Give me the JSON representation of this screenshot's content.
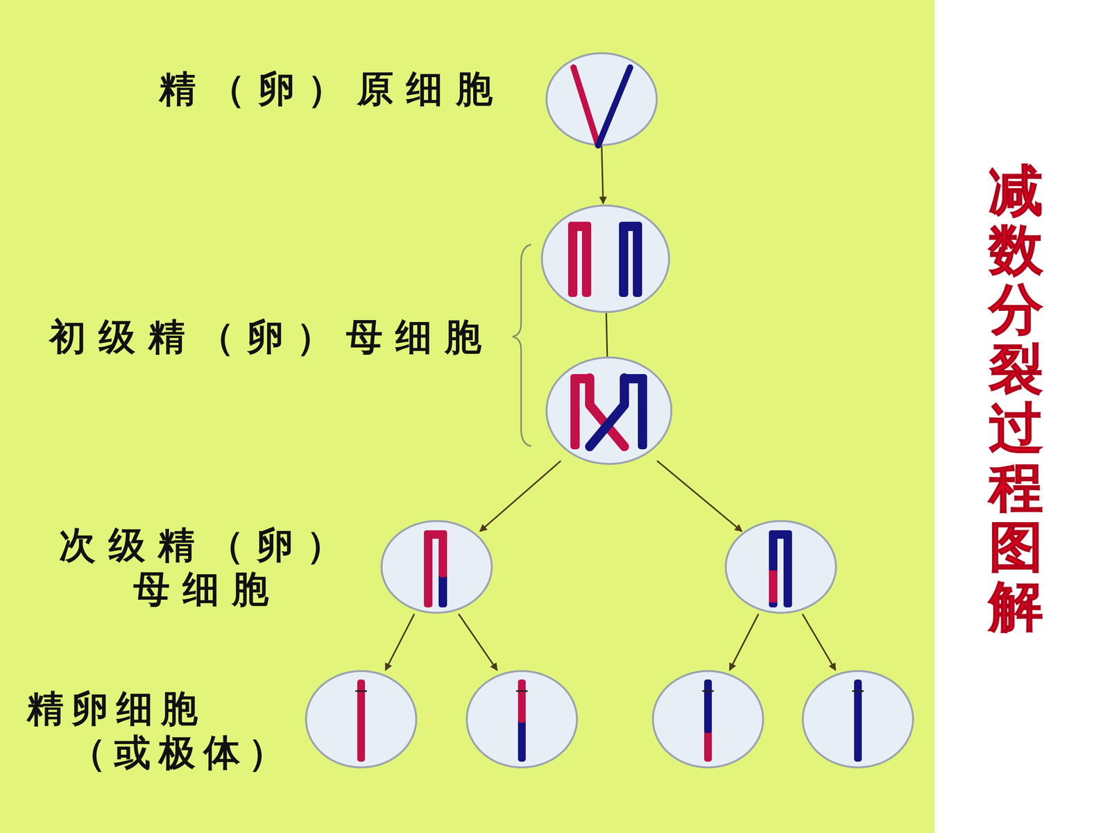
{
  "diagram": {
    "title": "减数分裂过程图解",
    "labels": [
      "精（卵）原细胞",
      "初级精（卵）母细胞",
      "次级精（卵） 母细胞",
      "精卵细胞 （或极体）"
    ]
  }
}
